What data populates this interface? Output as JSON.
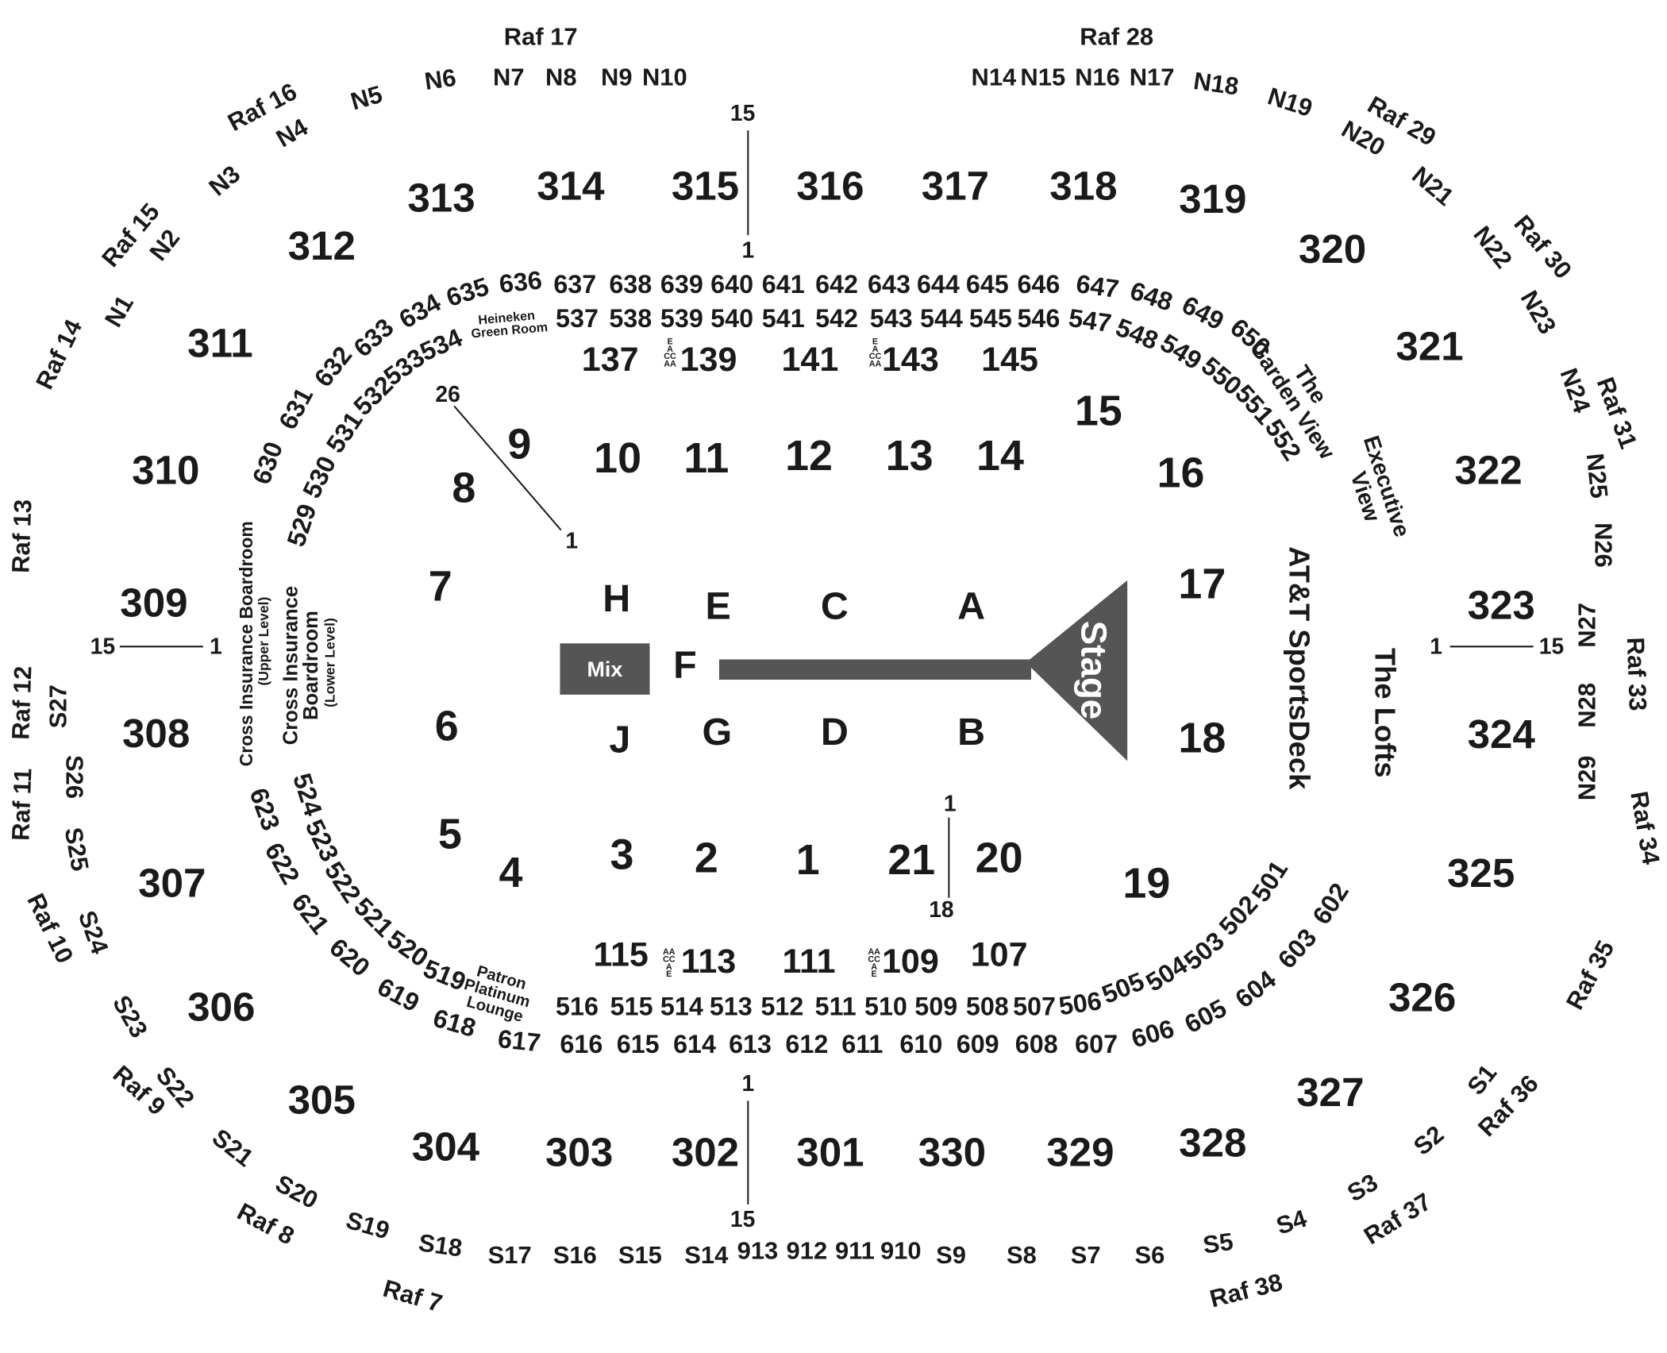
{
  "map": {
    "stage": "Stage",
    "mix": "Mix",
    "floor_sections": [
      "H",
      "E",
      "C",
      "A",
      "F",
      "G",
      "D",
      "B",
      "J"
    ],
    "lower_sections": [
      "1",
      "2",
      "3",
      "4",
      "5",
      "6",
      "7",
      "8",
      "9",
      "10",
      "11",
      "12",
      "13",
      "14",
      "15",
      "16",
      "17",
      "18",
      "19",
      "20",
      "21",
      "107",
      "109",
      "111",
      "113",
      "115",
      "137",
      "139",
      "141",
      "143",
      "145"
    ],
    "sections_300": [
      "301",
      "302",
      "303",
      "304",
      "305",
      "306",
      "307",
      "308",
      "309",
      "310",
      "311",
      "312",
      "313",
      "314",
      "315",
      "316",
      "317",
      "318",
      "319",
      "320",
      "321",
      "322",
      "323",
      "324",
      "325",
      "326",
      "327",
      "328",
      "329",
      "330"
    ],
    "sections_500": [
      "501",
      "502",
      "503",
      "504",
      "505",
      "506",
      "507",
      "508",
      "509",
      "510",
      "511",
      "512",
      "513",
      "514",
      "515",
      "516",
      "519",
      "520",
      "521",
      "522",
      "523",
      "524",
      "529",
      "530",
      "531",
      "532",
      "533",
      "534",
      "537",
      "538",
      "539",
      "540",
      "541",
      "542",
      "543",
      "544",
      "545",
      "546",
      "547",
      "548",
      "549",
      "550",
      "551",
      "552"
    ],
    "sections_600": [
      "602",
      "603",
      "604",
      "605",
      "606",
      "607",
      "608",
      "609",
      "610",
      "611",
      "612",
      "613",
      "614",
      "615",
      "616",
      "617",
      "618",
      "619",
      "620",
      "621",
      "622",
      "623",
      "630",
      "631",
      "632",
      "633",
      "634",
      "635",
      "636",
      "637",
      "638",
      "639",
      "640",
      "641",
      "642",
      "643",
      "644",
      "645",
      "646",
      "647",
      "648",
      "649",
      "650"
    ],
    "sections_900": [
      "913",
      "912",
      "911",
      "910"
    ],
    "north_sections": [
      "N1",
      "N2",
      "N3",
      "N4",
      "N5",
      "N6",
      "N7",
      "N8",
      "N9",
      "N10",
      "N14",
      "N15",
      "N16",
      "N17",
      "N18",
      "N19",
      "N20",
      "N21",
      "N22",
      "N23",
      "N24",
      "N25",
      "N26",
      "N27",
      "N28",
      "N29"
    ],
    "south_sections": [
      "S1",
      "S2",
      "S3",
      "S4",
      "S5",
      "S6",
      "S7",
      "S8",
      "S9",
      "S14",
      "S15",
      "S16",
      "S17",
      "S18",
      "S19",
      "S20",
      "S21",
      "S22",
      "S23",
      "S24",
      "S25",
      "S26",
      "S27"
    ],
    "rafters": [
      "Raf 7",
      "Raf 8",
      "Raf 9",
      "Raf 10",
      "Raf 11",
      "Raf 12",
      "Raf 13",
      "Raf 14",
      "Raf 15",
      "Raf 16",
      "Raf 17",
      "Raf 28",
      "Raf 29",
      "Raf 30",
      "Raf 31",
      "Raf 33",
      "Raf 34",
      "Raf 35",
      "Raf 36",
      "Raf 37",
      "Raf 38"
    ],
    "row_ticks": [
      "15",
      "1",
      "26",
      "1",
      "1",
      "15",
      "1",
      "15",
      "1",
      "18",
      "1",
      "15"
    ],
    "labels": {
      "heineken": [
        "Heineken",
        "Green Room"
      ],
      "patron": [
        "Patron",
        "Platinum",
        "Lounge"
      ],
      "boardroom_upper": [
        "Cross Insurance Boardroom",
        "(Upper Level)"
      ],
      "boardroom_lower": [
        "Cross Insurance",
        "Boardroom",
        "(Lower Level)"
      ],
      "garden_view": [
        "The",
        "Garden View"
      ],
      "executive_view": [
        "Executive",
        "View"
      ],
      "sportsdeck": "AT&T SportsDeck",
      "lofts": "The Lofts",
      "eacc": [
        "E",
        "A",
        "CC",
        "AA"
      ],
      "aacc": [
        "AA",
        "CC",
        "A",
        "E"
      ]
    }
  }
}
